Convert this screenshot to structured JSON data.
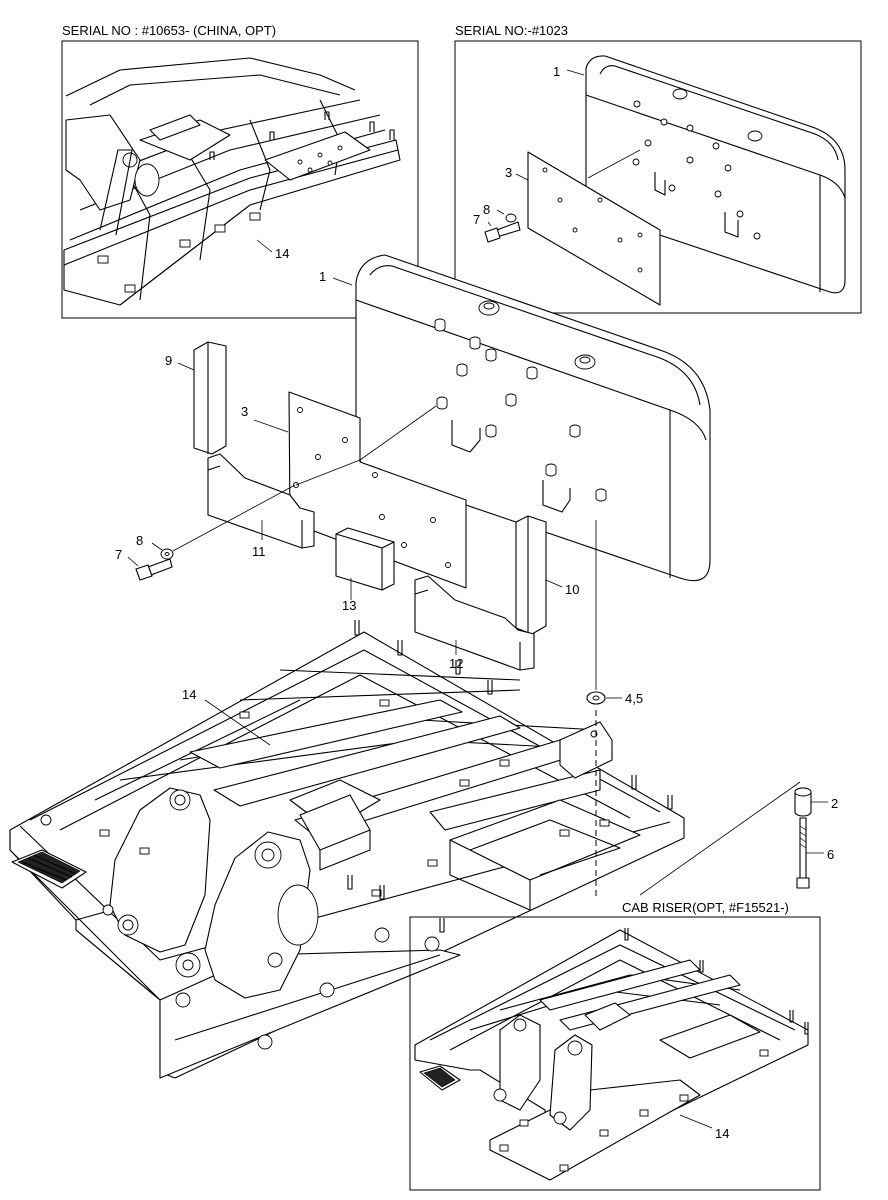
{
  "insets": {
    "top_left_title": "SERIAL NO : #10653- (CHINA, OPT)",
    "top_right_title": "SERIAL NO:-#1023",
    "bottom_right_title": "CAB RISER(OPT, #F15521-)"
  },
  "callouts": {
    "c1_inset": "1",
    "c3_inset": "3",
    "c7_inset": "7",
    "c8_inset": "8",
    "c14_inset_tl": "14",
    "c1": "1",
    "c3": "3",
    "c9": "9",
    "c7": "7",
    "c8": "8",
    "c11": "11",
    "c13": "13",
    "c10": "10",
    "c12": "12",
    "c14": "14",
    "c45": "4,5",
    "c2": "2",
    "c6": "6",
    "c14_inset_br": "14"
  }
}
